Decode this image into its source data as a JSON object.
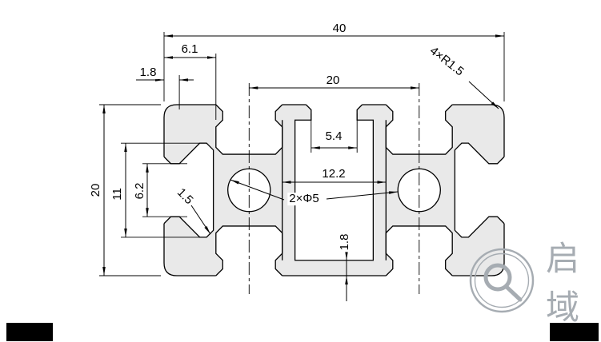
{
  "dims": {
    "overall_width": "40",
    "slot_offset": "6.1",
    "top_wall": "1.8",
    "slot_pitch": "20",
    "corner_radius": "4×R1.5",
    "center_slot_opening": "5.4",
    "center_cavity_width": "12.2",
    "overall_height": "20",
    "side_cavity_height": "11",
    "side_slot_opening": "6.2",
    "slot_lip": "1.5",
    "holes": "2×Φ5",
    "bottom_wall": "1.8"
  },
  "watermark": {
    "brand": "启域",
    "logo_icon": "qiyu-q-logo"
  },
  "colors": {
    "profile_fill": "#e9e9e9",
    "line": "#000000",
    "watermark": "#a6acb2",
    "frame_bar": "#000000"
  }
}
